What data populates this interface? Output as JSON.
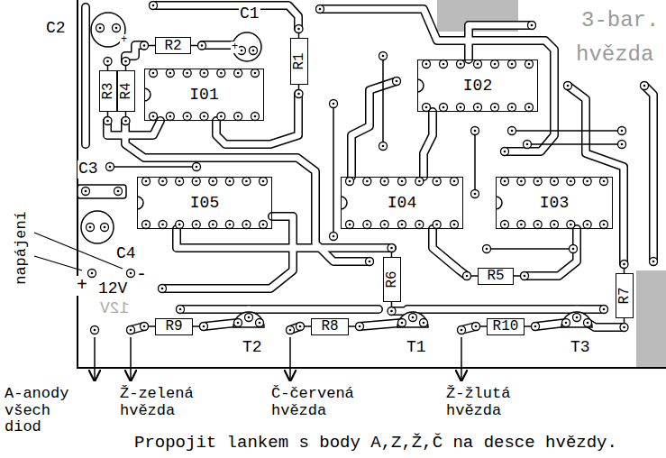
{
  "diagram": {
    "nodes": [
      {
        "text": [
          "R2"
        ]
      },
      {
        "text": [
          "R1"
        ]
      },
      {
        "text": [
          "R3"
        ]
      },
      {
        "text": [
          "R4"
        ]
      },
      {
        "text": [
          "I01"
        ]
      },
      {
        "text": [
          "I02"
        ]
      },
      {
        "text": [
          "I05"
        ]
      },
      {
        "text": [
          "I04"
        ]
      },
      {
        "text": [
          "I03"
        ]
      },
      {
        "text": [
          "R6"
        ]
      },
      {
        "text": [
          "R5"
        ]
      },
      {
        "text": [
          "R7"
        ]
      },
      {
        "text": [
          "R9"
        ]
      },
      {
        "text": [
          "R8"
        ]
      },
      {
        "text": [
          "R10"
        ]
      }
    ],
    "labels": [
      "C2",
      "+",
      "C1",
      "+",
      "3-bar.",
      "hvězda",
      "C3",
      "C4",
      "napájení",
      "+",
      "12V",
      "12V",
      "-",
      "T2",
      "T1",
      "T3",
      "A-anody všech diod",
      "Ž-zelená hvězda",
      "Č-červená hvězda",
      "Ž-žlutá hvězda",
      "Propojit lankem s body A,Z,Ž,Č na desce hvězdy."
    ]
  }
}
